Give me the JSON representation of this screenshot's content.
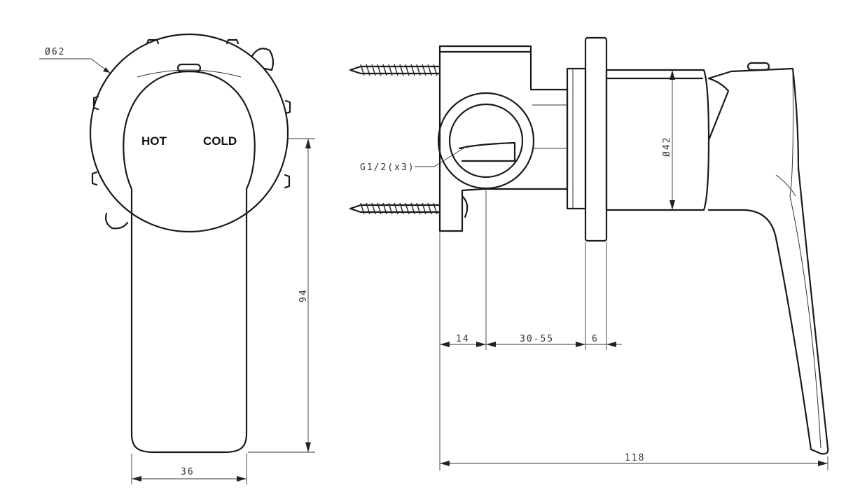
{
  "front_view": {
    "label_hot": "HOT",
    "label_cold": "COLD",
    "dim_diameter": "Ø62",
    "dim_height": "94",
    "dim_width": "36"
  },
  "side_view": {
    "dim_diameter": "Ø42",
    "dim_thread": "G1/2(x3)",
    "dim_a": "14",
    "dim_b": "30-55",
    "dim_c": "6",
    "dim_total": "118"
  }
}
